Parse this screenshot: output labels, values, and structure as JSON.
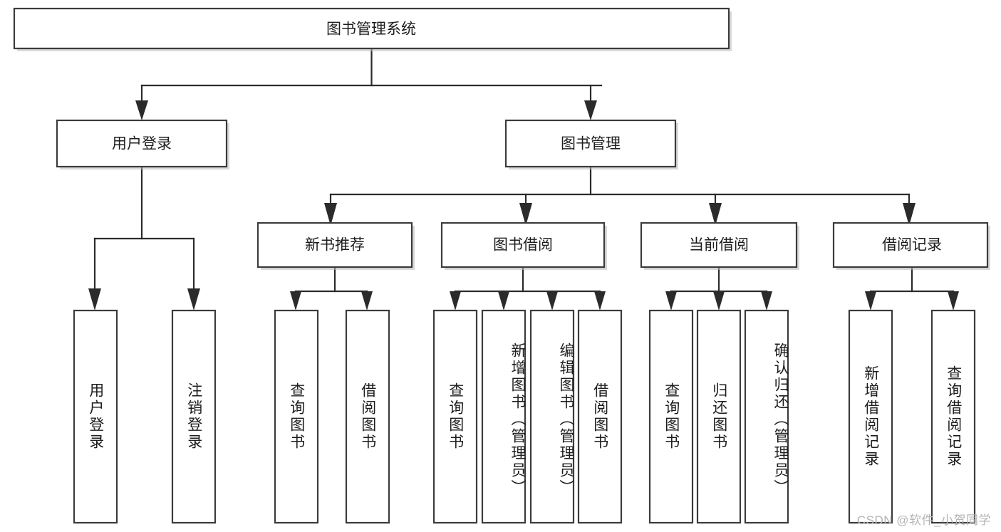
{
  "diagram": {
    "type": "tree-hierarchy",
    "title": "图书管理系统",
    "watermark": "CSDN @软件_小贺同学",
    "colors": {
      "box_stroke": "#3b3b3b",
      "box_fill": "#ffffff",
      "line": "#2b2b2b",
      "text": "#1d1d1d",
      "watermark": "#b4b4b4",
      "background": "#ffffff"
    },
    "nodes": {
      "root": {
        "label": "图书管理系统",
        "level": 0,
        "orientation": "horizontal"
      },
      "user_login": {
        "label": "用户登录",
        "level": 1,
        "orientation": "horizontal"
      },
      "book_manage": {
        "label": "图书管理",
        "level": 1,
        "orientation": "horizontal"
      },
      "new_book_rec": {
        "label": "新书推荐",
        "level": 2,
        "orientation": "horizontal"
      },
      "book_borrow": {
        "label": "图书借阅",
        "level": 2,
        "orientation": "horizontal"
      },
      "current_borrow": {
        "label": "当前借阅",
        "level": 2,
        "orientation": "horizontal"
      },
      "borrow_record": {
        "label": "借阅记录",
        "level": 2,
        "orientation": "horizontal"
      },
      "leaf_user_login": {
        "label": "用户登录",
        "level": 3,
        "orientation": "vertical"
      },
      "leaf_logout": {
        "label": "注销登录",
        "level": 3,
        "orientation": "vertical"
      },
      "leaf_query_book_1": {
        "label": "查询图书",
        "level": 3,
        "orientation": "vertical"
      },
      "leaf_borrow_book_1": {
        "label": "借阅图书",
        "level": 3,
        "orientation": "vertical"
      },
      "leaf_query_book_2": {
        "label": "查询图书",
        "level": 3,
        "orientation": "vertical"
      },
      "leaf_add_book": {
        "label": "新增图书（管理员）",
        "level": 3,
        "orientation": "vertical"
      },
      "leaf_edit_book": {
        "label": "编辑图书（管理员）",
        "level": 3,
        "orientation": "vertical"
      },
      "leaf_borrow_book_2": {
        "label": "借阅图书",
        "level": 3,
        "orientation": "vertical"
      },
      "leaf_query_book_3": {
        "label": "查询图书",
        "level": 3,
        "orientation": "vertical"
      },
      "leaf_return_book": {
        "label": "归还图书",
        "level": 3,
        "orientation": "vertical"
      },
      "leaf_confirm_return": {
        "label": "确认归还（管理员）",
        "level": 3,
        "orientation": "vertical"
      },
      "leaf_add_record": {
        "label": "新增借阅记录",
        "level": 3,
        "orientation": "vertical"
      },
      "leaf_query_record": {
        "label": "查询借阅记录",
        "level": 3,
        "orientation": "vertical"
      }
    },
    "edges": [
      {
        "from": "root",
        "to": "user_login"
      },
      {
        "from": "root",
        "to": "book_manage"
      },
      {
        "from": "user_login",
        "to": "leaf_user_login"
      },
      {
        "from": "user_login",
        "to": "leaf_logout"
      },
      {
        "from": "book_manage",
        "to": "new_book_rec"
      },
      {
        "from": "book_manage",
        "to": "book_borrow"
      },
      {
        "from": "book_manage",
        "to": "current_borrow"
      },
      {
        "from": "book_manage",
        "to": "borrow_record"
      },
      {
        "from": "new_book_rec",
        "to": "leaf_query_book_1"
      },
      {
        "from": "new_book_rec",
        "to": "leaf_borrow_book_1"
      },
      {
        "from": "book_borrow",
        "to": "leaf_query_book_2"
      },
      {
        "from": "book_borrow",
        "to": "leaf_add_book"
      },
      {
        "from": "book_borrow",
        "to": "leaf_edit_book"
      },
      {
        "from": "book_borrow",
        "to": "leaf_borrow_book_2"
      },
      {
        "from": "current_borrow",
        "to": "leaf_query_book_3"
      },
      {
        "from": "current_borrow",
        "to": "leaf_return_book"
      },
      {
        "from": "current_borrow",
        "to": "leaf_confirm_return"
      },
      {
        "from": "borrow_record",
        "to": "leaf_add_record"
      },
      {
        "from": "borrow_record",
        "to": "leaf_query_record"
      }
    ]
  }
}
